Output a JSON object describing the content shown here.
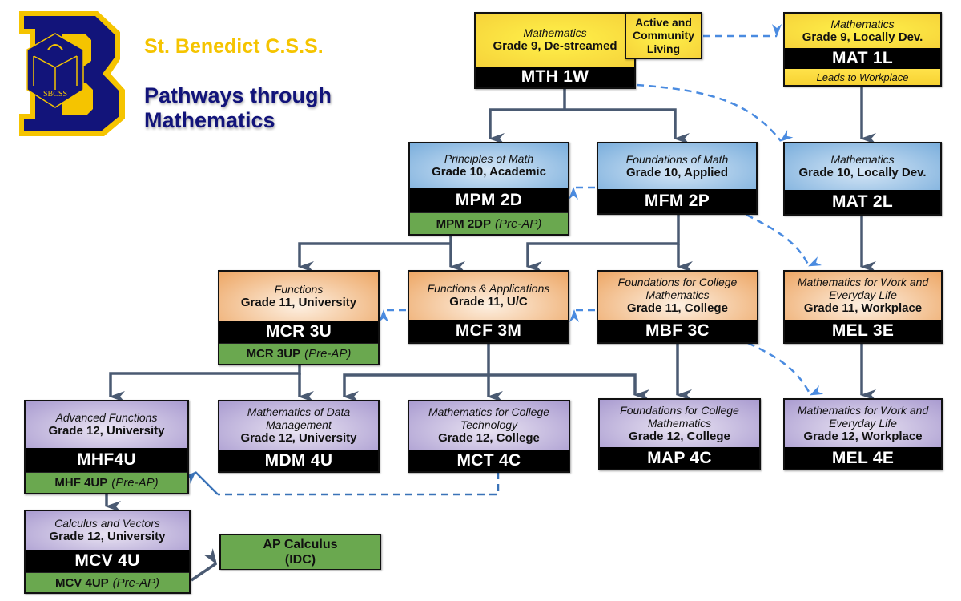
{
  "header": {
    "school_name": "St. Benedict C.S.S.",
    "title_line1": "Pathways through",
    "title_line2": "Mathematics",
    "logo_text": "SBCSS"
  },
  "colors": {
    "grade9": "#f6d23a",
    "grade10": "#7aaedc",
    "grade11": "#eda664",
    "grade12": "#a99bd0",
    "preap": "#6aa84f",
    "required_arrow": "#4a5a72",
    "optional_arrow": "#4a8be0",
    "navy": "#12147a",
    "gold": "#f5c400"
  },
  "courses": {
    "mth1w": {
      "subtitle": "Mathematics",
      "grade": "Grade 9, De-streamed",
      "code": "MTH 1W"
    },
    "active": {
      "line1": "Active and",
      "line2": "Community",
      "line3": "Living"
    },
    "mat1l": {
      "subtitle": "Mathematics",
      "grade": "Grade 9, Locally Dev.",
      "code": "MAT 1L",
      "note": "Leads to Workplace"
    },
    "mpm2d": {
      "subtitle": "Principles of Math",
      "grade": "Grade 10, Academic",
      "code": "MPM 2D",
      "preap_code": "MPM 2DP",
      "preap_label": "(Pre-AP)"
    },
    "mfm2p": {
      "subtitle": "Foundations of Math",
      "grade": "Grade 10, Applied",
      "code": "MFM 2P"
    },
    "mat2l": {
      "subtitle": "Mathematics",
      "grade": "Grade 10, Locally Dev.",
      "code": "MAT 2L"
    },
    "mcr3u": {
      "subtitle": "Functions",
      "grade": "Grade 11, University",
      "code": "MCR 3U",
      "preap_code": "MCR 3UP",
      "preap_label": "(Pre-AP)"
    },
    "mcf3m": {
      "subtitle": "Functions & Applications",
      "grade": "Grade 11, U/C",
      "code": "MCF 3M"
    },
    "mbf3c": {
      "subtitle1": "Foundations for College",
      "subtitle2": "Mathematics",
      "grade": "Grade 11, College",
      "code": "MBF 3C"
    },
    "mel3e": {
      "subtitle1": "Mathematics for Work and",
      "subtitle2": "Everyday Life",
      "grade": "Grade 11, Workplace",
      "code": "MEL 3E"
    },
    "mhf4u": {
      "subtitle": "Advanced Functions",
      "grade": "Grade 12, University",
      "code": "MHF4U",
      "preap_code": "MHF 4UP",
      "preap_label": "(Pre-AP)"
    },
    "mdm4u": {
      "subtitle1": "Mathematics of Data",
      "subtitle2": "Management",
      "grade": "Grade 12, University",
      "code": "MDM 4U"
    },
    "mct4c": {
      "subtitle1": "Mathematics for College",
      "subtitle2": "Technology",
      "grade": "Grade 12, College",
      "code": "MCT 4C"
    },
    "map4c": {
      "subtitle1": "Foundations for College",
      "subtitle2": "Mathematics",
      "grade": "Grade 12, College",
      "code": "MAP 4C"
    },
    "mel4e": {
      "subtitle1": "Mathematics for  Work and",
      "subtitle2": "Everyday Life",
      "grade": "Grade 12, Workplace",
      "code": "MEL 4E"
    },
    "mcv4u": {
      "subtitle": "Calculus and Vectors",
      "grade": "Grade 12, University",
      "code": "MCV 4U",
      "preap_code": "MCV 4UP",
      "preap_label": "(Pre-AP)"
    },
    "apcalc": {
      "line1": "AP Calculus",
      "line2": "(IDC)"
    }
  },
  "connections": [
    {
      "from": "MTH 1W",
      "to": "MPM 2D",
      "type": "required"
    },
    {
      "from": "MTH 1W",
      "to": "MFM 2P",
      "type": "required"
    },
    {
      "from": "MTH 1W",
      "to": "MAT 2L",
      "type": "optional"
    },
    {
      "from": "Active and Community Living",
      "to": "MAT 1L",
      "type": "optional"
    },
    {
      "from": "MAT 1L",
      "to": "MAT 2L",
      "type": "required"
    },
    {
      "from": "MFM 2P",
      "to": "MPM 2D",
      "type": "optional"
    },
    {
      "from": "MPM 2D",
      "to": "MCR 3U",
      "type": "required"
    },
    {
      "from": "MPM 2D",
      "to": "MCF 3M",
      "type": "required"
    },
    {
      "from": "MFM 2P",
      "to": "MCF 3M",
      "type": "required"
    },
    {
      "from": "MFM 2P",
      "to": "MBF 3C",
      "type": "required"
    },
    {
      "from": "MFM 2P",
      "to": "MEL 3E",
      "type": "optional"
    },
    {
      "from": "MAT 2L",
      "to": "MEL 3E",
      "type": "required"
    },
    {
      "from": "MCF 3M",
      "to": "MCR 3U",
      "type": "optional"
    },
    {
      "from": "MBF 3C",
      "to": "MCF 3M",
      "type": "optional"
    },
    {
      "from": "MCR 3U",
      "to": "MHF4U",
      "type": "required"
    },
    {
      "from": "MCR 3U",
      "to": "MDM 4U",
      "type": "required"
    },
    {
      "from": "MCF 3M",
      "to": "MDM 4U",
      "type": "required"
    },
    {
      "from": "MCF 3M",
      "to": "MCT 4C",
      "type": "required"
    },
    {
      "from": "MCF 3M",
      "to": "MAP 4C",
      "type": "required"
    },
    {
      "from": "MBF 3C",
      "to": "MAP 4C",
      "type": "required"
    },
    {
      "from": "MBF 3C",
      "to": "MEL 4E",
      "type": "optional"
    },
    {
      "from": "MEL 3E",
      "to": "MEL 4E",
      "type": "required"
    },
    {
      "from": "MCT 4C",
      "to": "MHF4U",
      "type": "optional"
    },
    {
      "from": "MHF4U",
      "to": "MCV 4U",
      "type": "required"
    },
    {
      "from": "MCV 4U",
      "to": "AP Calculus (IDC)",
      "type": "required"
    }
  ]
}
